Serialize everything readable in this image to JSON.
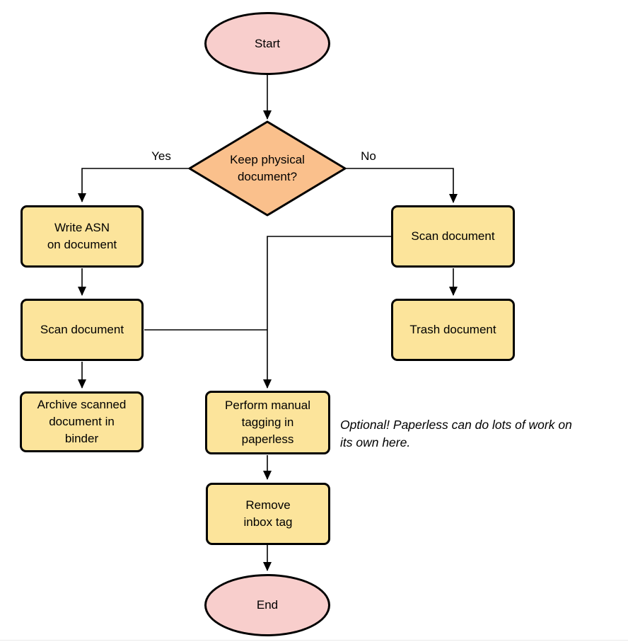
{
  "colors": {
    "terminal_fill": "#F8CECC",
    "decision_fill": "#FAC08C",
    "process_fill": "#FCE49B",
    "stroke": "#000000"
  },
  "nodes": {
    "start": {
      "label": "Start",
      "type": "terminal"
    },
    "decision": {
      "label": "Keep physical\ndocument?",
      "type": "decision"
    },
    "write_asn": {
      "label": "Write ASN\non document",
      "type": "process"
    },
    "scan_left": {
      "label": "Scan document",
      "type": "process"
    },
    "archive": {
      "label": "Archive scanned\ndocument in\nbinder",
      "type": "process"
    },
    "scan_right": {
      "label": "Scan document",
      "type": "process"
    },
    "trash": {
      "label": "Trash document",
      "type": "process"
    },
    "tagging": {
      "label": "Perform manual\ntagging in\npaperless",
      "type": "process"
    },
    "remove_inbox": {
      "label": "Remove\ninbox tag",
      "type": "process"
    },
    "end": {
      "label": "End",
      "type": "terminal"
    }
  },
  "edge_labels": {
    "yes": "Yes",
    "no": "No"
  },
  "annotation": {
    "text": "Optional! Paperless can do lots of work on\nits own here."
  }
}
